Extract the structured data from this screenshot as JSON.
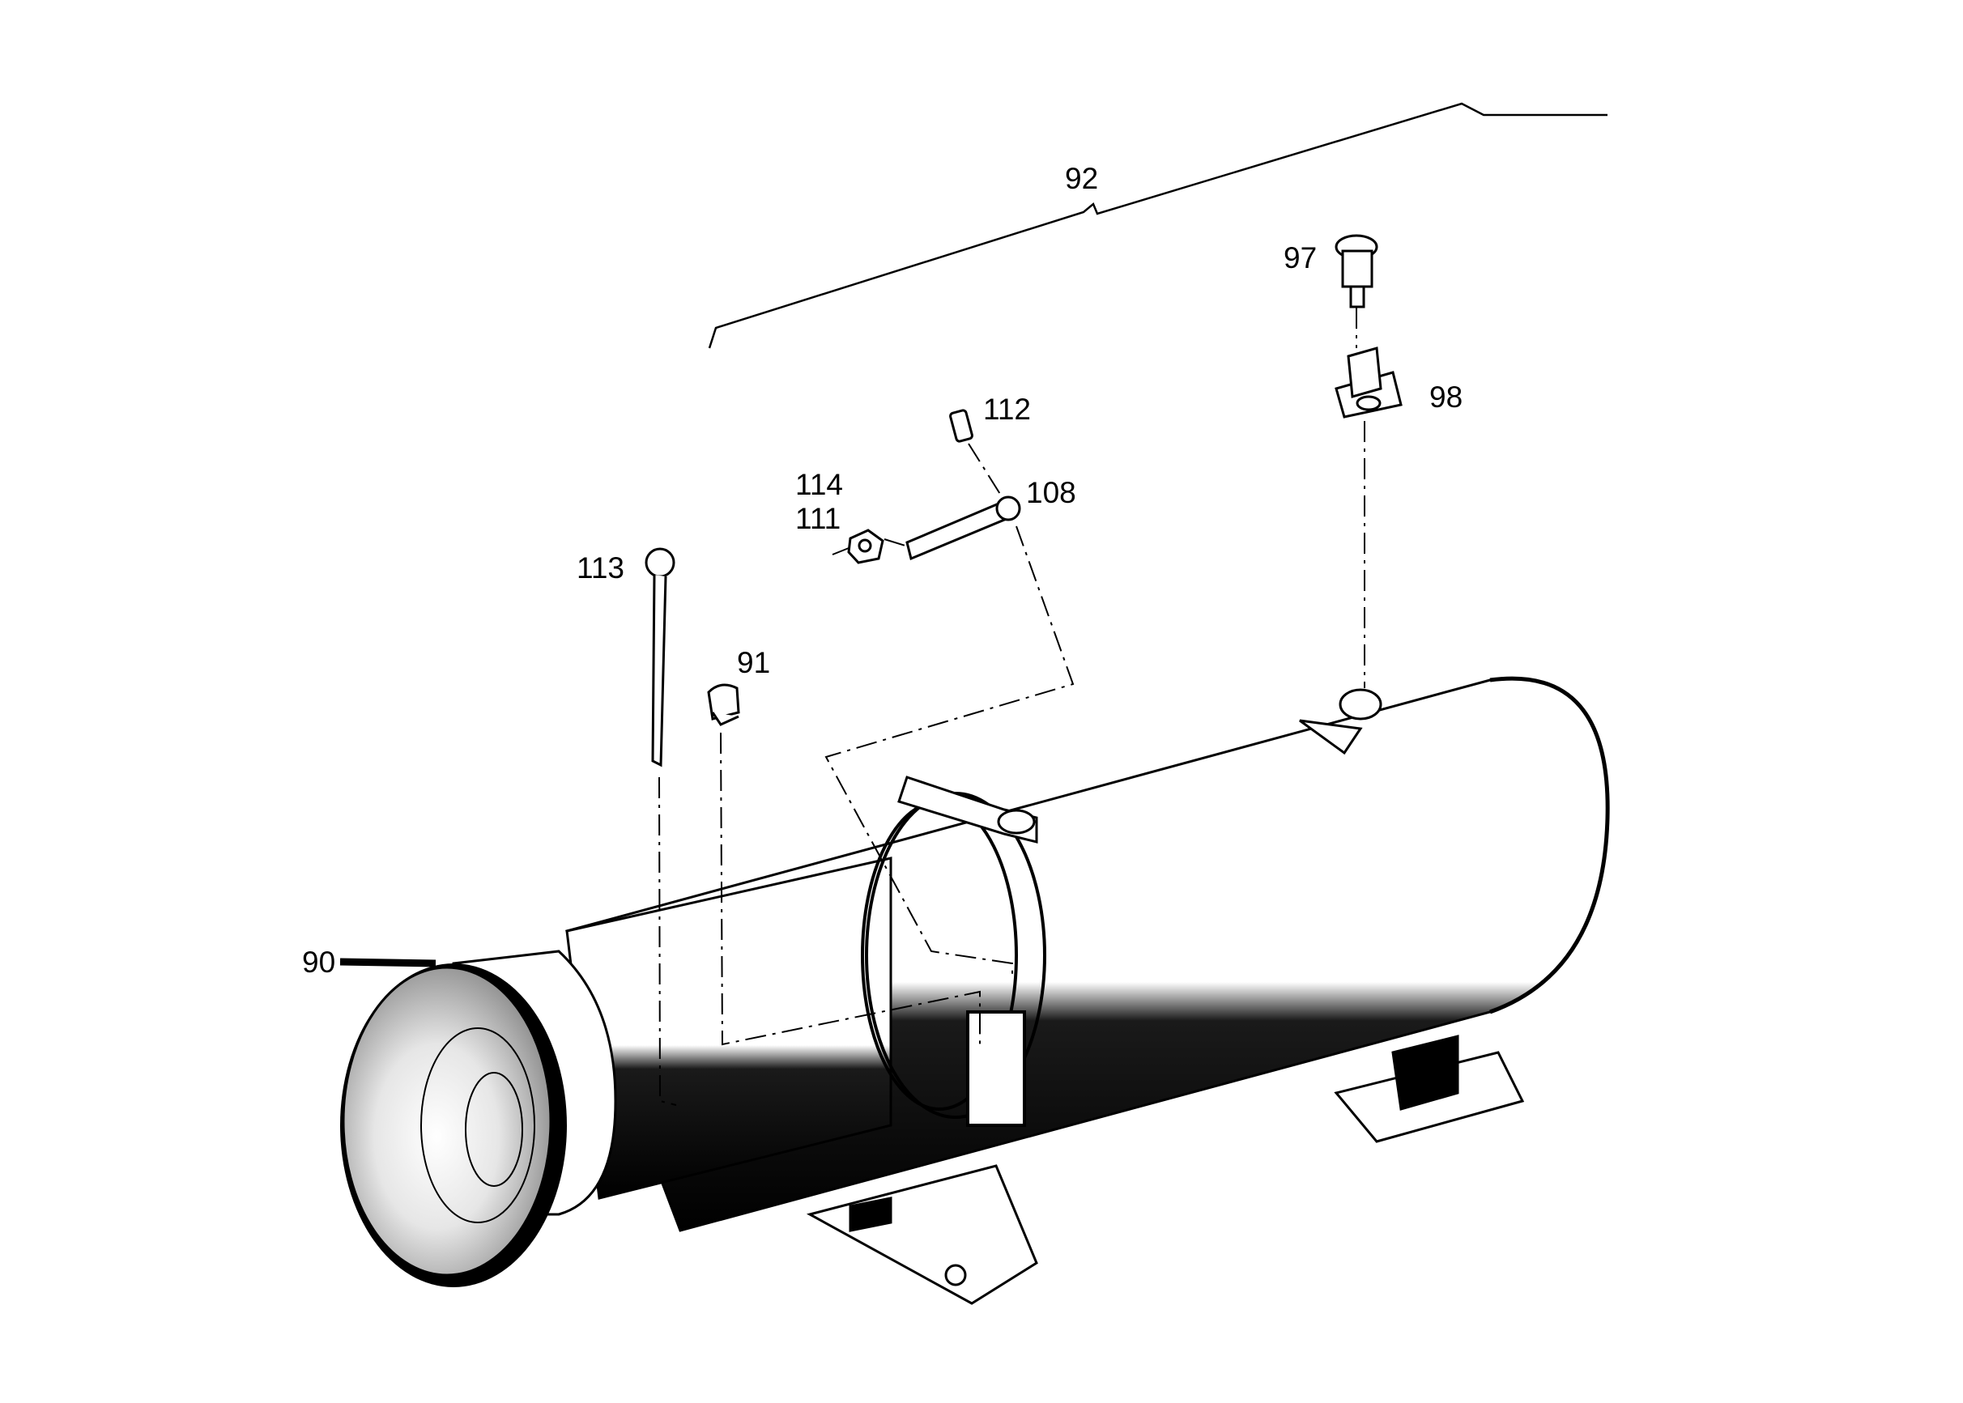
{
  "diagram": {
    "callouts": {
      "p90": "90",
      "p91": "91",
      "p92": "92",
      "p97": "97",
      "p98": "98",
      "p108": "108",
      "p111": "111",
      "p112": "112",
      "p113": "113",
      "p114": "114"
    },
    "colors": {
      "ink": "#000000",
      "paper": "#ffffff",
      "shade": "#3a3a3a"
    }
  }
}
